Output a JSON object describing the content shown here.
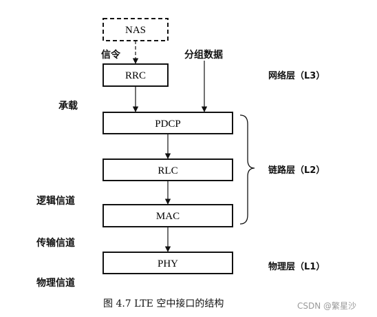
{
  "boxes": {
    "nas": "NAS",
    "rrc": "RRC",
    "pdcp": "PDCP",
    "rlc": "RLC",
    "mac": "MAC",
    "phy": "PHY"
  },
  "top_labels": {
    "signaling": "信令",
    "packet_data": "分组数据"
  },
  "side_labels": {
    "bearer": "承载",
    "logical_channel": "逻辑信道",
    "transport_channel": "传输信道",
    "physical_channel": "物理信道"
  },
  "layers": {
    "l3": "网络层（L3）",
    "l2": "链路层（L2）",
    "l1": "物理层（L1）"
  },
  "caption": "图 4.7    LTE 空中接口的结构",
  "watermark": "CSDN @繁星沙"
}
